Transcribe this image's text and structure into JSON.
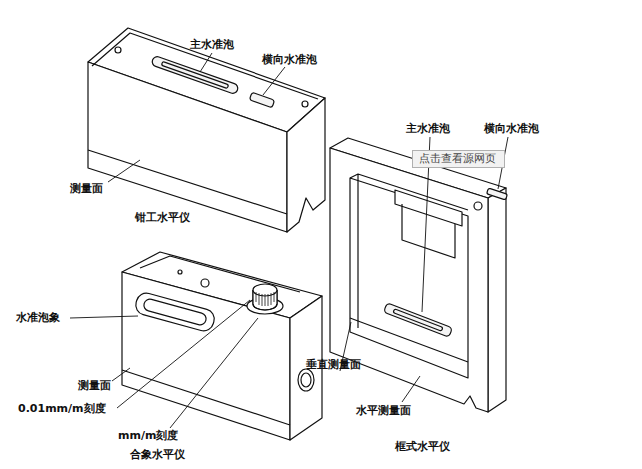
{
  "diagram": {
    "nodes": [
      {
        "text": [
          "点击查看源网页"
        ]
      }
    ],
    "labels": [
      "主水准泡",
      "横向水准泡",
      "测量面",
      "钳工水平仪",
      "主水准泡",
      "横向水准泡",
      "水准泡象",
      "测量面",
      "0.01mm/m刻度",
      "垂直测量面",
      "水平测量面",
      "mm/m刻度",
      "合象水平仪",
      "框式水平仪"
    ]
  }
}
